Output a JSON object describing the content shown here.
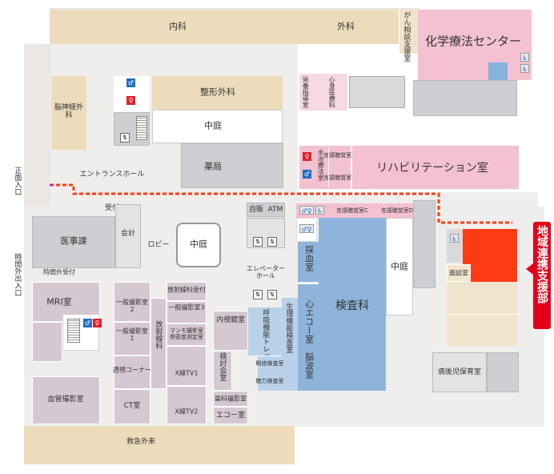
{
  "map": {
    "rooms": {
      "internal_medicine": "内科",
      "surgery": "外科",
      "cancer_support": "がん相談支援室",
      "chemo_center": "化学療法センター",
      "neurosurgery": "脳神経外科",
      "orthopedics": "整形外科",
      "nutrition": "栄養指導室",
      "psychosomatic": "心身医療科",
      "courtyard": "中庭",
      "pharmacy": "薬局",
      "hydrotherapy": "水治療法室",
      "speech_a": "言語聴覚室A",
      "speech_b": "言語聴覚室B",
      "rehab": "リハビリテーション室",
      "entrance_hall": "エントランスホール",
      "front_entrance": "正面入口",
      "reception": "受付",
      "accounting": "会計",
      "lobby": "ロビー",
      "medical_affairs": "医事課",
      "vending": "自販",
      "atm": "ATM",
      "hearing_c": "言語聴覚室C",
      "hearing_d": "言語聴覚室D",
      "elevator_hall": "エレベーターホール",
      "after_hours_entrance": "時間外出入口",
      "after_hours_reception": "時間外受付",
      "mri": "MRI室",
      "general_xray_2": "一般撮影室2",
      "general_xray_1": "一般撮影室1",
      "radiology": "放射線科",
      "rad_reception": "放射線科受付",
      "general_xray_3": "一般撮影室3",
      "mammography": "マンモ撮影室骨密度測定室",
      "blood_collection": "採血室",
      "lab": "検査科",
      "echo_heart": "心エコー室",
      "eeg": "脳波室",
      "physiology": "生理機能検査室",
      "respiratory": "呼吸機能トレッドミル",
      "endoscopy": "内視鏡室",
      "consult": "面談室",
      "sick_childcare": "病後児保育室",
      "angiography": "血管撮影室",
      "fluoro_corner": "透視コーナー",
      "ct": "CT室",
      "xray_tv1": "X線TV1",
      "xray_tv2": "X線TV2",
      "dental_xray": "歯科撮影室",
      "conference": "検討会室",
      "echo_room": "エコー室",
      "hearing_room": "聴力検査室",
      "eye_test": "眼底検査室",
      "emergency": "救急外来"
    },
    "callout": "地域連携支援部",
    "icons": {
      "restroom": "restroom-icon",
      "elevator": "elevator-icon",
      "wheelchair": "wheelchair-icon"
    },
    "colors": {
      "route": "#ff3b14",
      "highlight": "#ff3b14",
      "callout": "#e5001a"
    }
  }
}
